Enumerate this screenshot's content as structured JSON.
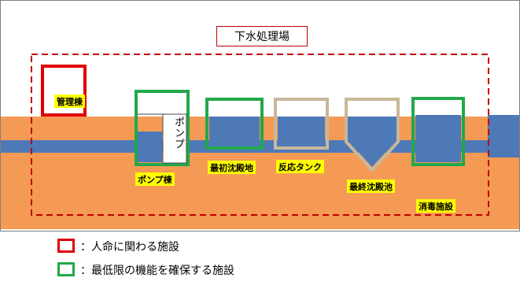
{
  "title": "下水処理場",
  "facilities": {
    "admin": "管理棟",
    "pump_building": "ポンプ棟",
    "pump": "ポンプ",
    "primary_settling": "最初沈殿地",
    "reaction_tank": "反応タンク",
    "final_settling": "最終沈殿池",
    "disinfection": "消毒施設"
  },
  "legend": [
    {
      "label": "：人命に関わる施設",
      "color": "#e00000"
    },
    {
      "label": "：最低限の機能を確保する施設",
      "color": "#22a84a"
    }
  ],
  "colors": {
    "ground": "#f59a55",
    "water": "#4e79b7",
    "red": "#e00000",
    "green": "#22a84a",
    "tan": "#c8b89a",
    "boundary": "#c00000",
    "label_bg": "#ffff00"
  }
}
